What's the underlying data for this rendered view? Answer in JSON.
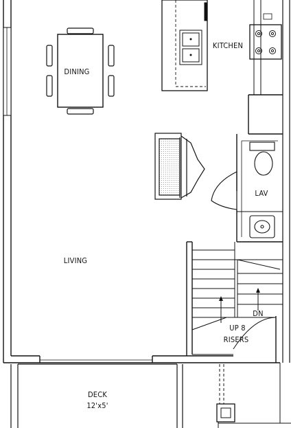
{
  "rooms": {
    "dining": "DINING",
    "kitchen": "KITCHEN",
    "lav": "LAV",
    "living": "LIVING",
    "deck": "DECK",
    "deck_size": "12'x5'"
  },
  "stairs": {
    "dn": "DN",
    "up_line1": "UP 8",
    "up_line2": "RISERS"
  },
  "colors": {
    "line": "#111111",
    "paper": "#ffffff",
    "hatch": "#999999"
  }
}
